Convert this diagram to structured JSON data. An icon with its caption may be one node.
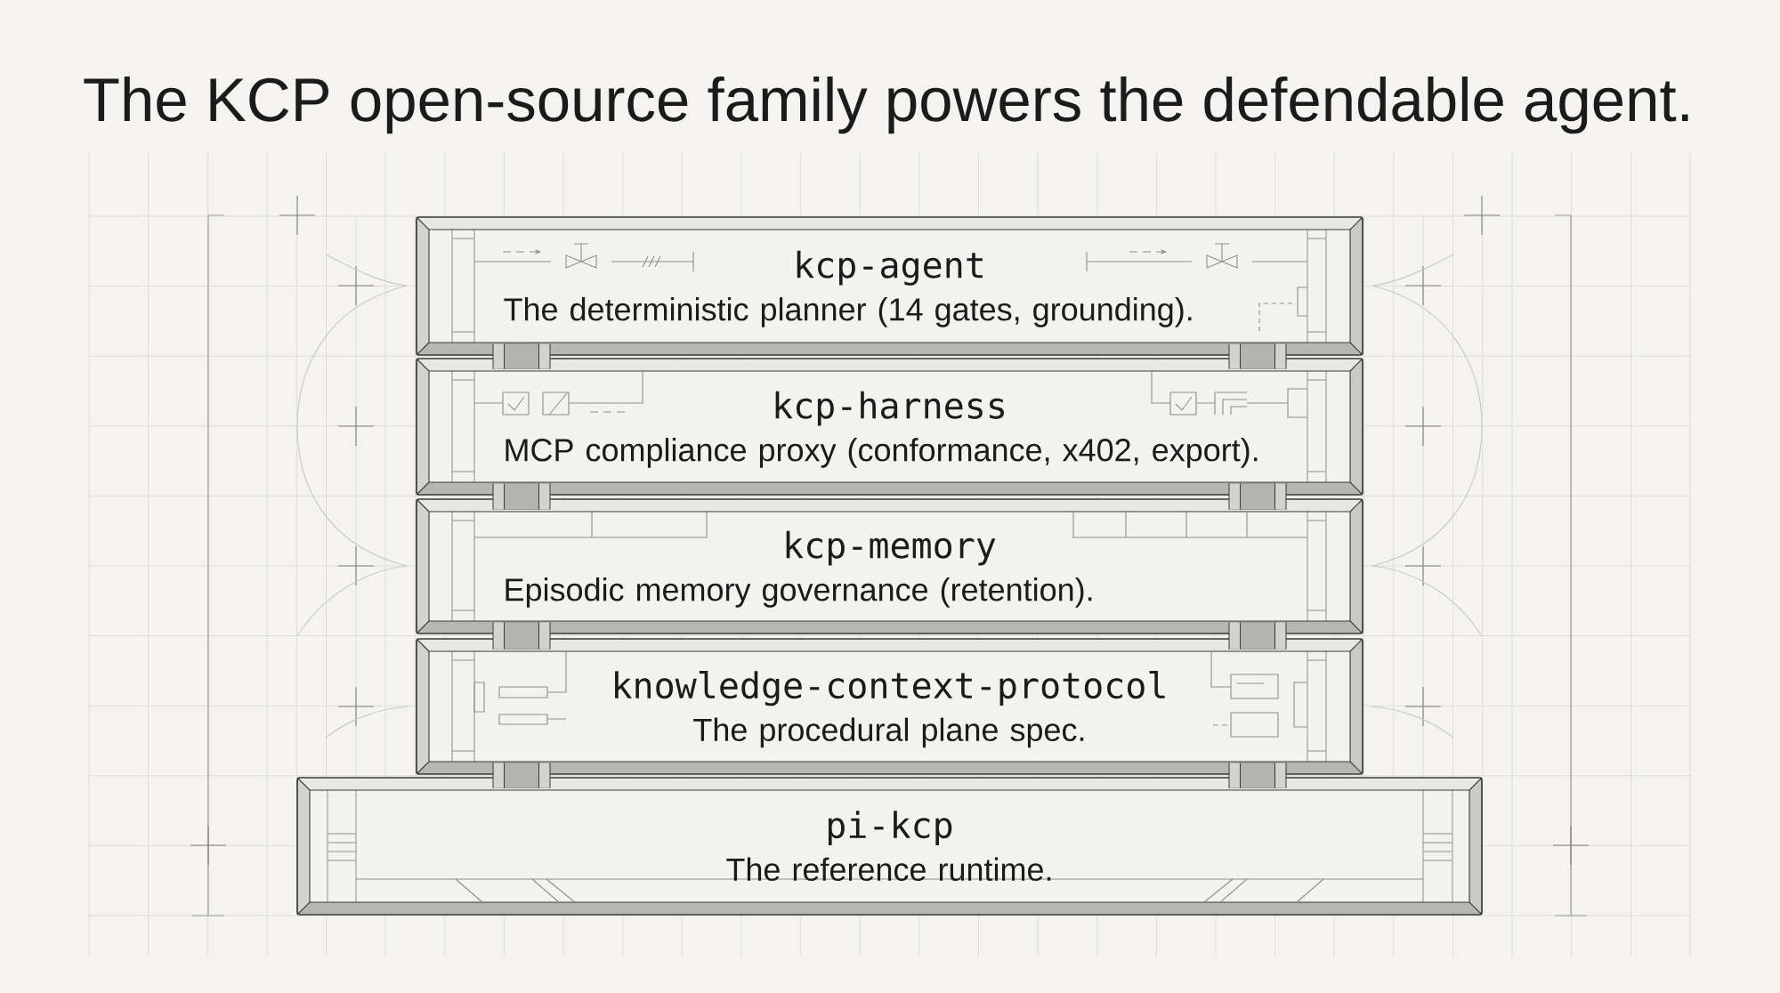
{
  "diagram": {
    "title": "The KCP open-source family powers the defendable agent.",
    "nodes": [
      {
        "text": [
          "kcp-agent",
          "The deterministic planner (14 gates, grounding)."
        ]
      },
      {
        "text": [
          "kcp-harness",
          "MCP compliance proxy (conformance, x402, export)."
        ]
      },
      {
        "text": [
          "kcp-memory",
          "Episodic memory governance (retention)."
        ]
      },
      {
        "text": [
          "knowledge-context-protocol",
          "The procedural plane spec."
        ]
      },
      {
        "text": [
          "pi-kcp",
          "The reference runtime."
        ]
      }
    ],
    "edges": [
      {
        "from": 0,
        "to": 1,
        "arrow": "none"
      },
      {
        "from": 0,
        "to": 1,
        "arrow": "none"
      },
      {
        "from": 1,
        "to": 2,
        "arrow": "none"
      },
      {
        "from": 1,
        "to": 2,
        "arrow": "none"
      },
      {
        "from": 2,
        "to": 3,
        "arrow": "none"
      },
      {
        "from": 2,
        "to": 3,
        "arrow": "none"
      },
      {
        "from": 3,
        "to": 4,
        "arrow": "none"
      },
      {
        "from": 3,
        "to": 4,
        "arrow": "none"
      }
    ]
  }
}
